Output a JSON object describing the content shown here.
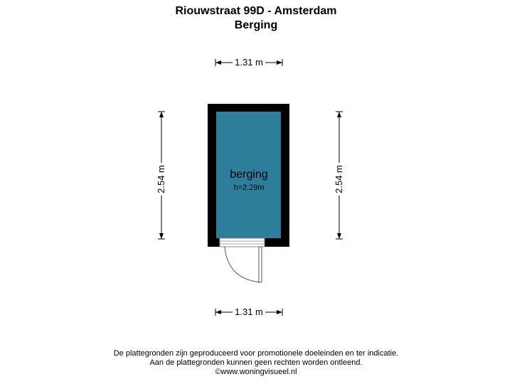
{
  "header": {
    "title": "Riouwstraat 99D - Amsterdam",
    "subtitle": "Berging"
  },
  "dimensions": {
    "top": "1.31 m",
    "bottom": "1.31 m",
    "left": "2.54 m",
    "right": "2.54 m"
  },
  "room": {
    "name": "berging",
    "height": "h=2.29m",
    "fill_color": "#2e7d9a",
    "wall_color": "#000000"
  },
  "footer": {
    "line1": "De plattegronden zijn geproduceerd voor promotionele doeleinden en ter indicatie.",
    "line2": "Aan de plattegronden kunnen geen rechten worden ontleend.",
    "line3": "©www.woningvisueel.nl"
  }
}
